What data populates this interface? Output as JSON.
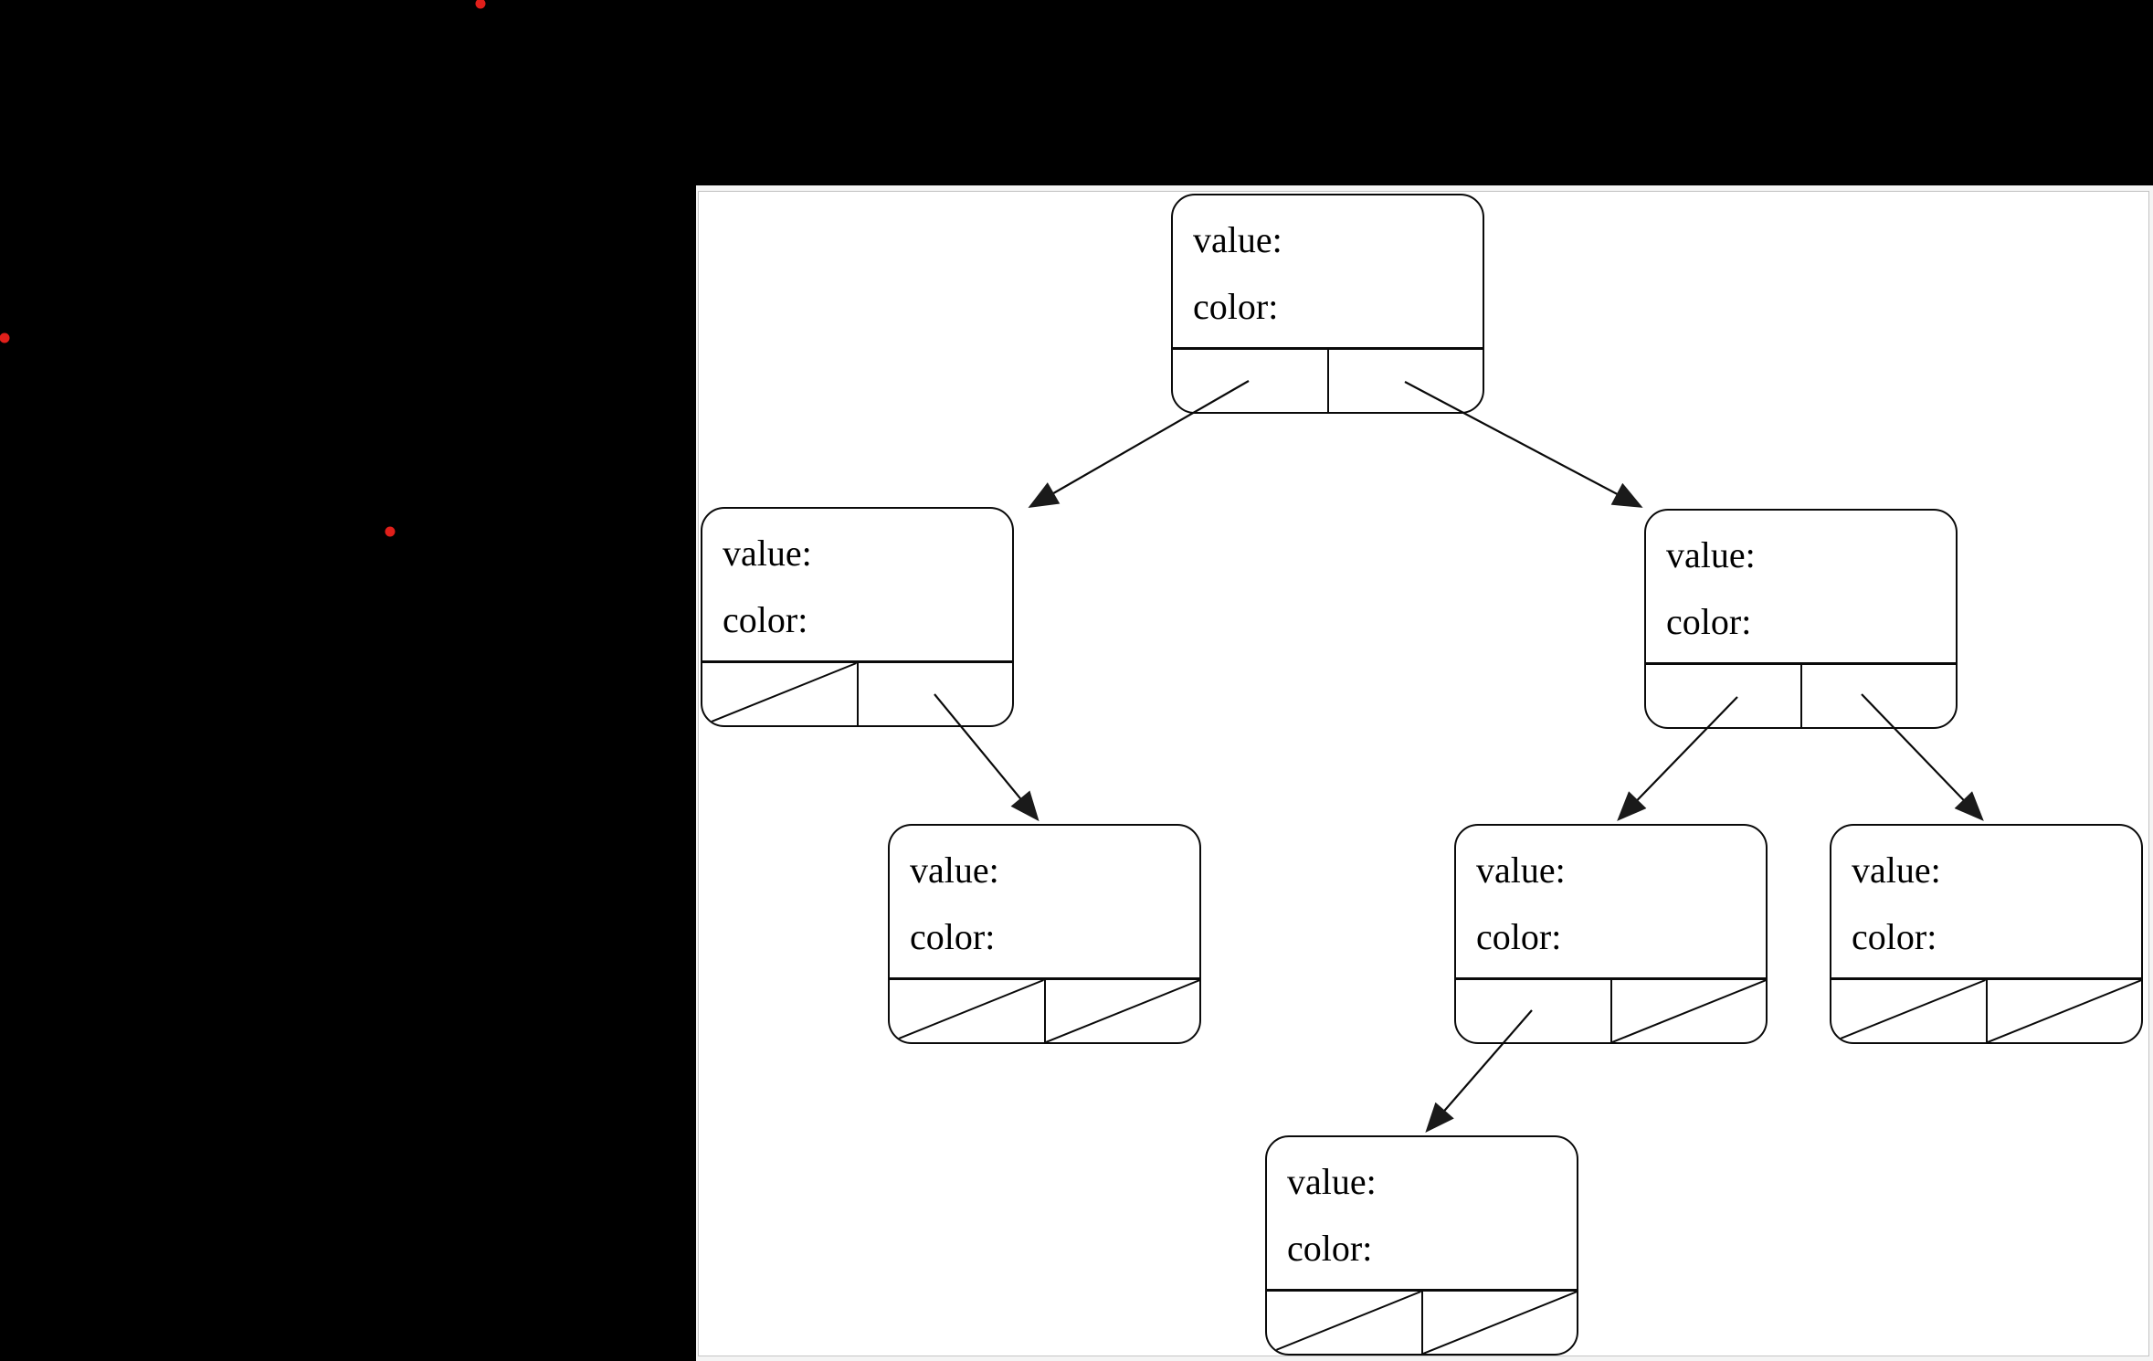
{
  "window": {
    "background": "#000000",
    "panel": {
      "frame_color": "#f4f4f4",
      "border_color": "#c4c4c4",
      "canvas_color": "#ffffff"
    }
  },
  "annotations": {
    "dot_color": "#e01f1a",
    "dots": [
      "red-dot-top",
      "red-dot-left",
      "red-dot-middle"
    ]
  },
  "tree": {
    "node_field_labels": [
      "value:",
      "color:"
    ],
    "nodes": [
      {
        "id": "root",
        "value_label": "value:",
        "color_label": "color:",
        "left_pointer": "arrow-to-left-child",
        "right_pointer": "arrow-to-right-child"
      },
      {
        "id": "left-child",
        "value_label": "value:",
        "color_label": "color:",
        "left_pointer": "null",
        "right_pointer": "arrow-to-right-child"
      },
      {
        "id": "right-child",
        "value_label": "value:",
        "color_label": "color:",
        "left_pointer": "arrow-to-left-child",
        "right_pointer": "arrow-to-right-child"
      },
      {
        "id": "left-right-grandchild",
        "value_label": "value:",
        "color_label": "color:",
        "left_pointer": "null",
        "right_pointer": "null"
      },
      {
        "id": "right-left-grandchild",
        "value_label": "value:",
        "color_label": "color:",
        "left_pointer": "arrow-to-left-child",
        "right_pointer": "null"
      },
      {
        "id": "right-right-grandchild",
        "value_label": "value:",
        "color_label": "color:",
        "left_pointer": "null",
        "right_pointer": "null"
      },
      {
        "id": "bottom-node",
        "value_label": "value:",
        "color_label": "color:",
        "left_pointer": "null",
        "right_pointer": "null"
      }
    ]
  }
}
